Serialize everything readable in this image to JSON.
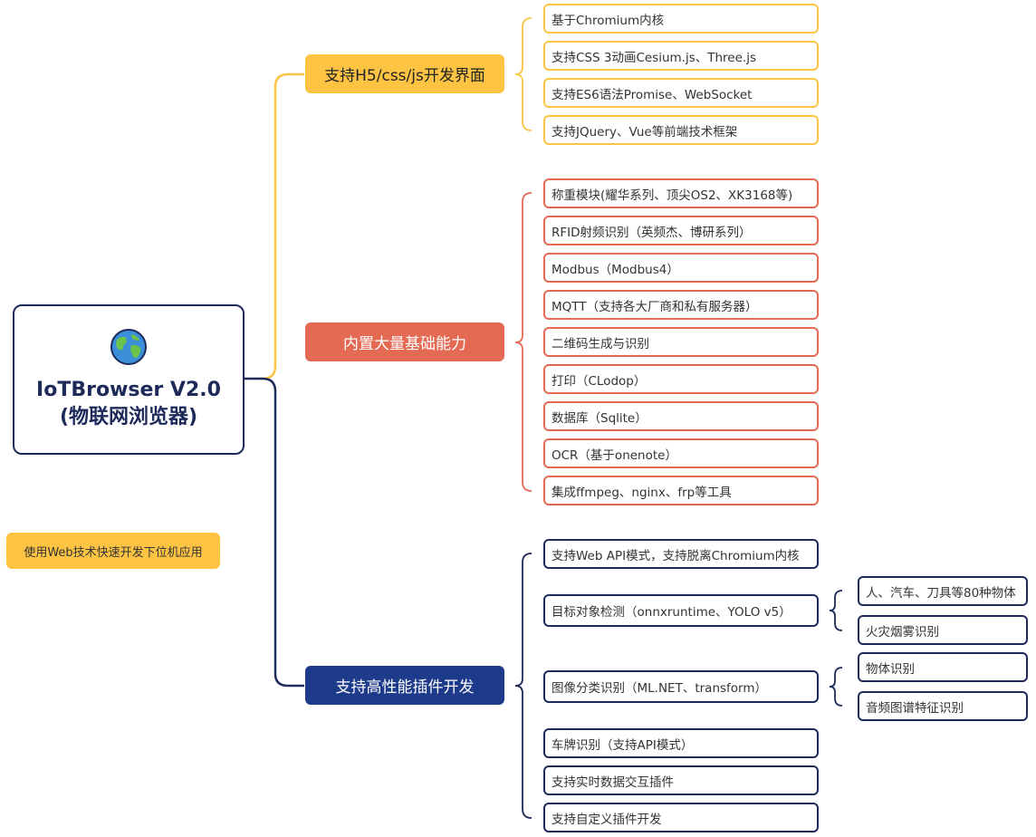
{
  "root": {
    "title_line1": "IoTBrowser V2.0",
    "title_line2": "(物联网浏览器)",
    "icon": "globe-icon"
  },
  "note": "使用Web技术快速开发下位机应用",
  "branches": [
    {
      "label": "支持H5/css/js开发界面",
      "color": "#fdc444",
      "items": [
        "基于Chromium内核",
        "支持CSS 3动画Cesium.js、Three.js",
        "支持ES6语法Promise、WebSocket",
        "支持JQuery、Vue等前端技术框架"
      ]
    },
    {
      "label": "内置大量基础能力",
      "color": "#e46a54",
      "items": [
        "称重模块(耀华系列、顶尖OS2、XK3168等)",
        "RFID射频识别（英频杰、博研系列）",
        "Modbus（Modbus4）",
        "MQTT（支持各大厂商和私有服务器）",
        "二维码生成与识别",
        "打印（CLodop）",
        "数据库（Sqlite）",
        "OCR（基于onenote）",
        "集成ffmpeg、nginx、frp等工具"
      ]
    },
    {
      "label": "支持高性能插件开发",
      "color": "#1e3a8a",
      "items": [
        "支持Web API模式，支持脱离Chromium内核",
        "目标对象检测（onnxruntime、YOLO v5）",
        "图像分类识别（ML.NET、transform）",
        "车牌识别（支持API模式）",
        "支持实时数据交互插件",
        "支持自定义插件开发"
      ],
      "sub_items": {
        "detection": [
          "人、汽车、刀具等80种物体",
          "火灾烟雾识别"
        ],
        "classification": [
          "物体识别",
          "音频图谱特征识别"
        ]
      }
    }
  ]
}
